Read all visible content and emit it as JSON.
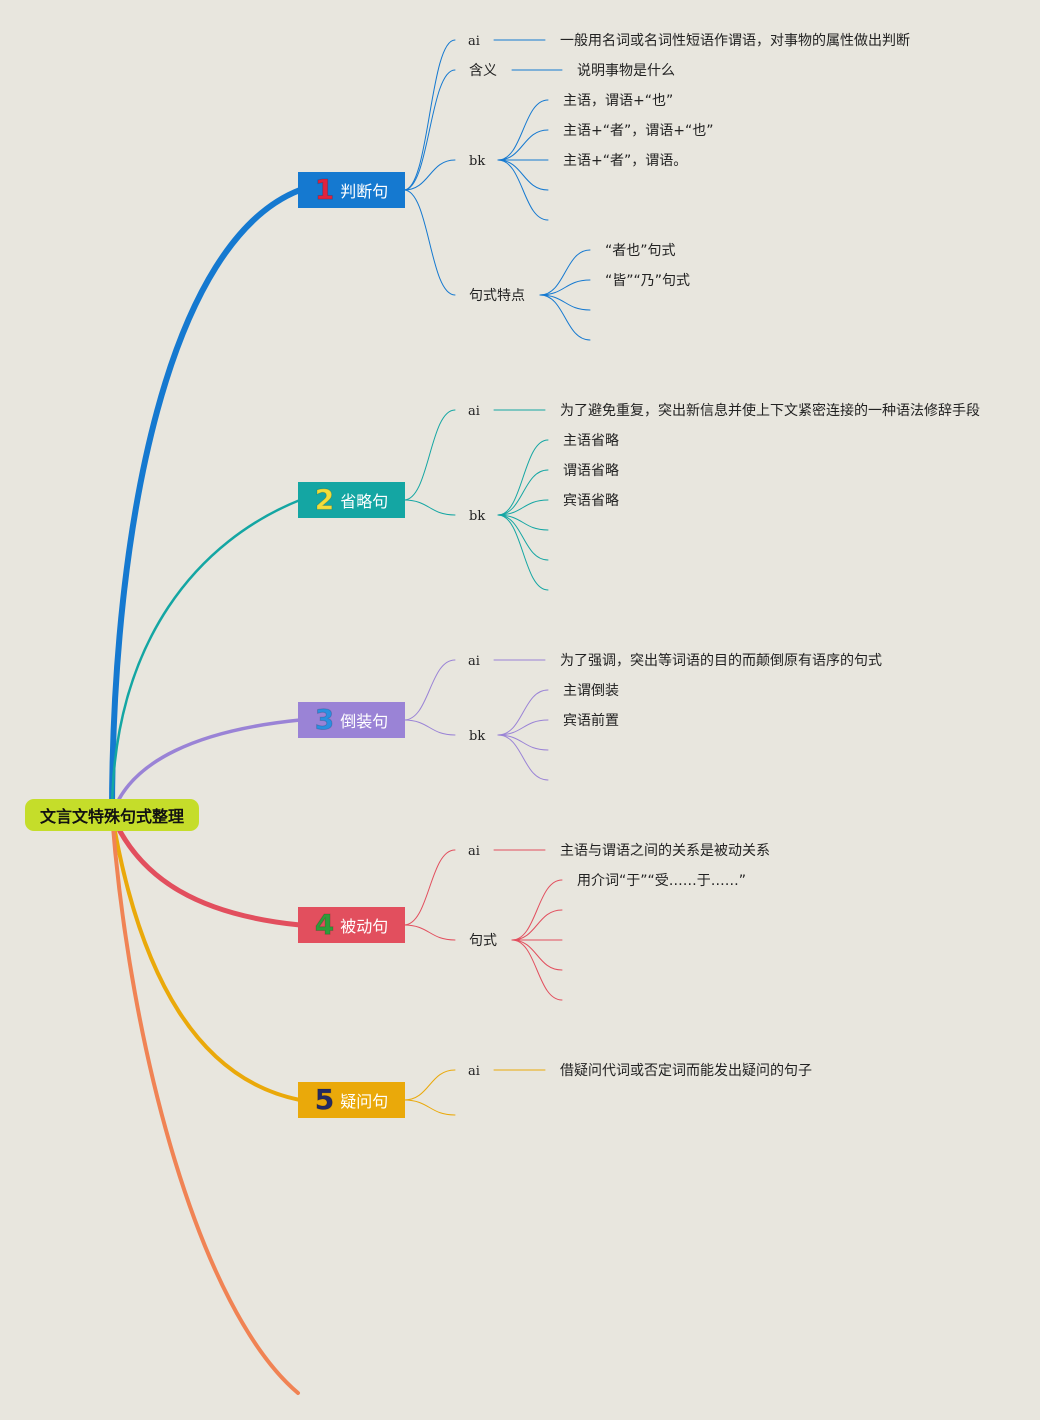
{
  "root": {
    "label": "文言文特殊句式整理",
    "color": "#c5dd2a"
  },
  "topics": [
    {
      "id": "t1",
      "num": "1",
      "label": "判断句",
      "color": "#1579d0",
      "num_color": "#e0233e",
      "children": [
        {
          "label": "ai",
          "note": "一般用名词或名词性短语作谓语，对事物的属性做出判断"
        },
        {
          "label": "含义",
          "note": "说明事物是什么"
        },
        {
          "label": "bk",
          "items": [
            "主语，谓语+“也”",
            "主语+“者”，谓语+“也”",
            "主语+“者”，谓语。",
            "",
            ""
          ]
        },
        {
          "label": "句式特点",
          "items": [
            "“者也”句式",
            "“皆”“乃”句式",
            "",
            ""
          ]
        }
      ]
    },
    {
      "id": "t2",
      "num": "2",
      "label": "省略句",
      "color": "#14a6a3",
      "num_color": "#f1dd3a",
      "children": [
        {
          "label": "ai",
          "note": "为了避免重复，突出新信息并使上下文紧密连接的一种语法修辞手段"
        },
        {
          "label": "bk",
          "items": [
            "主语省略",
            "谓语省略",
            "宾语省略",
            "",
            "",
            ""
          ]
        }
      ]
    },
    {
      "id": "t3",
      "num": "3",
      "label": "倒装句",
      "color": "#9a83d6",
      "num_color": "#2b8fe0",
      "children": [
        {
          "label": "ai",
          "note": "为了强调，突出等词语的目的而颠倒原有语序的句式"
        },
        {
          "label": "bk",
          "items": [
            "主谓倒装",
            "宾语前置",
            "",
            ""
          ]
        }
      ]
    },
    {
      "id": "t4",
      "num": "4",
      "label": "被动句",
      "color": "#e24f5e",
      "num_color": "#2f9c3a",
      "children": [
        {
          "label": "ai",
          "note": "主语与谓语之间的关系是被动关系"
        },
        {
          "label": "句式",
          "items": [
            "用介词“于”“受……于……”",
            "",
            "",
            "",
            ""
          ]
        }
      ]
    },
    {
      "id": "t5",
      "num": "5",
      "label": "疑问句",
      "color": "#eaa90a",
      "num_color": "#232a63",
      "children": [
        {
          "label": "ai",
          "note": "借疑问代词或否定词而能发出疑问的句子"
        },
        {
          "label": ""
        }
      ]
    }
  ],
  "extra_branch_color": "#f08354"
}
